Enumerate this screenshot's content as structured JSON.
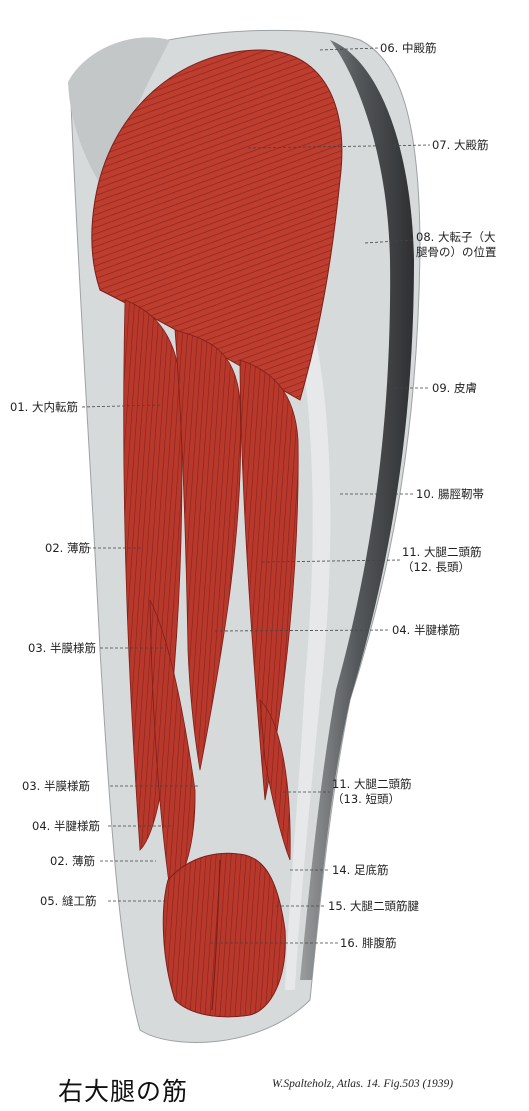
{
  "title": "右大腿の筋",
  "credit": "W.Spalteholz, Atlas. 14. Fig.503 (1939)",
  "labels": {
    "l06": "06. 中殿筋",
    "l07": "07. 大殿筋",
    "l08a": "08. 大転子（大",
    "l08b": "腿骨の）の位置",
    "l09": "09. 皮膚",
    "l10": "10. 腸脛靭帯",
    "l11a": "11. 大腿二頭筋",
    "l11b": "（12. 長頭）",
    "l04r": "04. 半腱様筋",
    "l11c": "11. 大腿二頭筋",
    "l11d": "（13. 短頭）",
    "l14": "14. 足底筋",
    "l15": "15. 大腿二頭筋腱",
    "l16": "16. 腓腹筋",
    "l01": "01. 大内転筋",
    "l02a": "02. 薄筋",
    "l03a": "03. 半膜様筋",
    "l03b": "03. 半膜様筋",
    "l04l": "04. 半腱様筋",
    "l02b": "02. 薄筋",
    "l05": "05. 縫工筋"
  },
  "colors": {
    "muscle": "#b83a2e",
    "muscle_dark": "#7e1f18",
    "fascia": "#d9dcdd",
    "skin_dark": "#4a4c4e",
    "leader": "#444444"
  }
}
